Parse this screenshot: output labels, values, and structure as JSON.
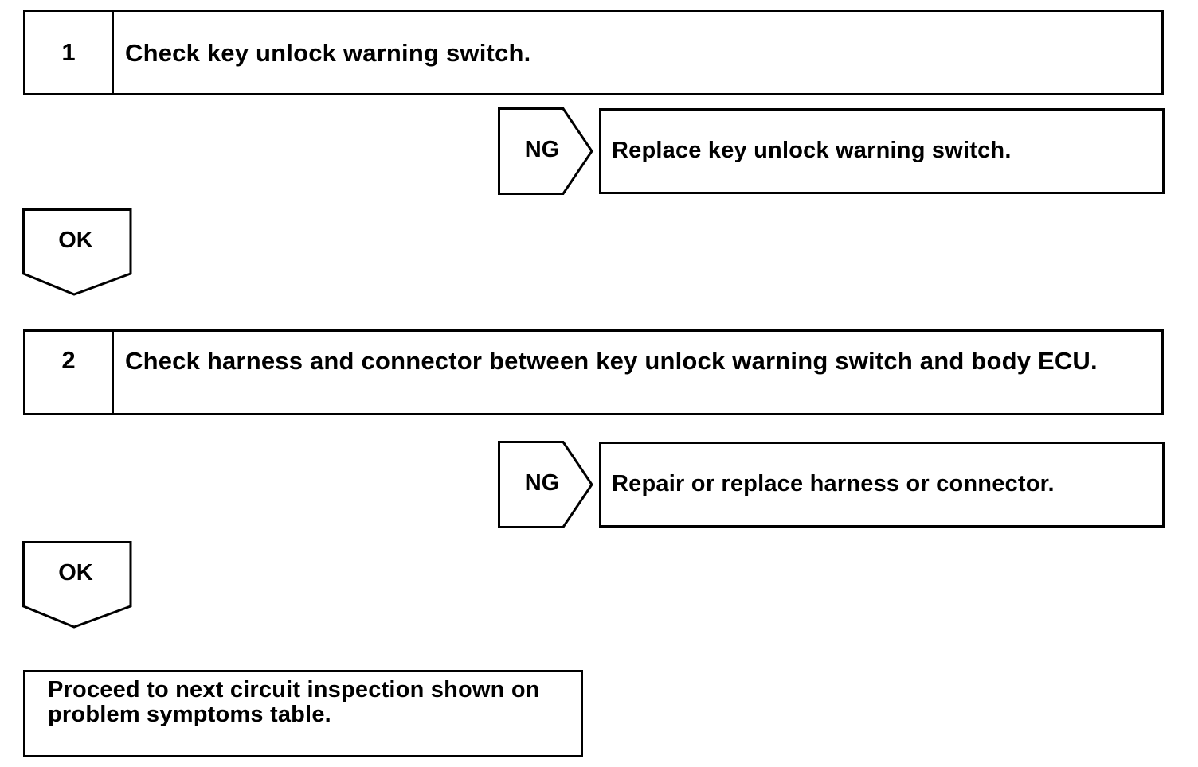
{
  "steps": [
    {
      "number": "1",
      "text": "Check key unlock warning switch.",
      "ng_label": "NG",
      "ng_action": "Replace key unlock warning switch.",
      "ok_label": "OK"
    },
    {
      "number": "2",
      "text": "Check harness and connector between key unlock warning switch and body ECU.",
      "ng_label": "NG",
      "ng_action": "Repair or replace harness or connector.",
      "ok_label": "OK"
    }
  ],
  "final_action": "Proceed to next circuit inspection shown on problem symptoms table.",
  "colors": {
    "stroke": "#000000",
    "background": "#ffffff"
  }
}
